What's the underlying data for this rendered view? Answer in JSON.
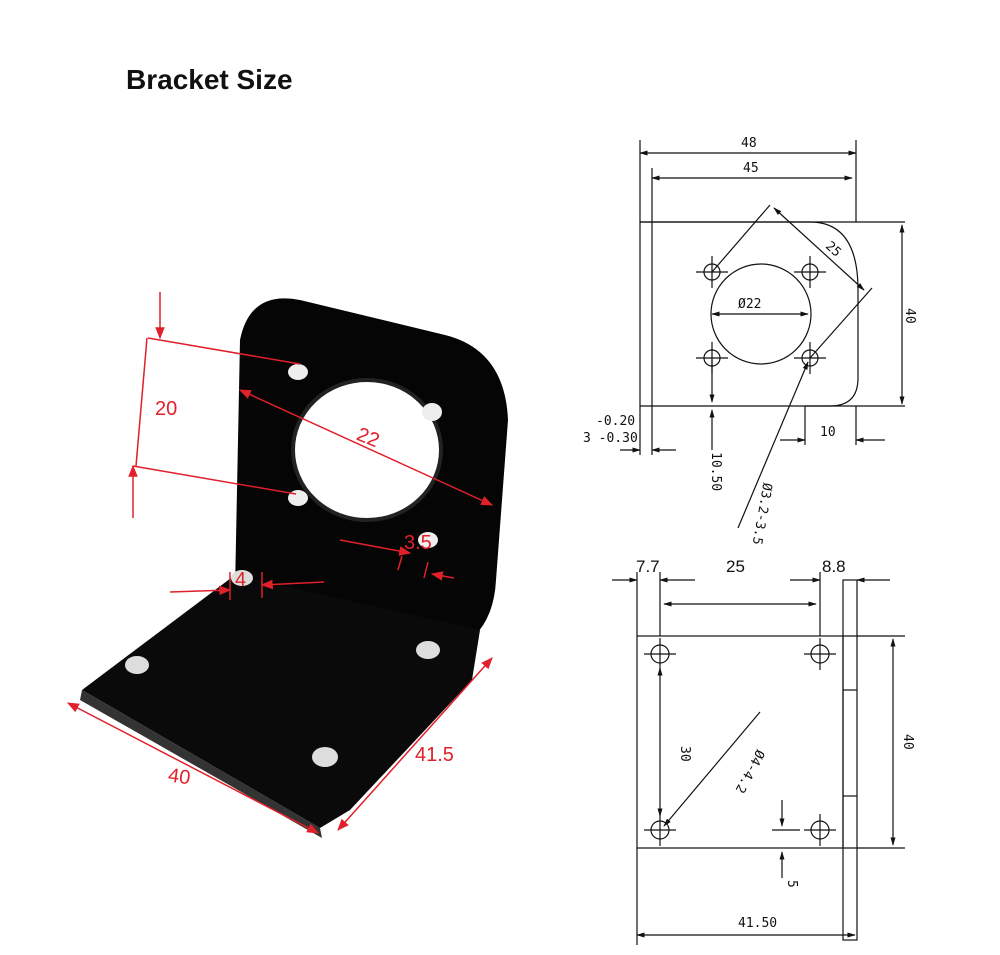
{
  "title": "Bracket Size",
  "colors": {
    "dimension_red": "#e0202a",
    "bracket_black": "#050505",
    "line_black": "#111111"
  },
  "photo": {
    "labels": {
      "height_hole": "20",
      "bore": "22",
      "hole_small": "3.5",
      "hole_width": "4",
      "base_width": "40",
      "base_depth": "41.5"
    }
  },
  "front_view": {
    "labels": {
      "overall_width": "48",
      "inner_width": "45",
      "diagonal": "25",
      "height": "40",
      "bore": "Ø22",
      "tol_upper": "-0.20",
      "tol_lower": "3 -0.30",
      "hole_height": "10.50",
      "edge": "10",
      "holes": "Ø3.2-3.5"
    }
  },
  "base_view": {
    "labels": {
      "left_offset": "7.7",
      "spacing": "25",
      "right_offset": "8.8",
      "hole_spacing": "30",
      "holes": "Ø4-4.2",
      "depth": "40",
      "edge": "5",
      "width": "41.50"
    }
  }
}
